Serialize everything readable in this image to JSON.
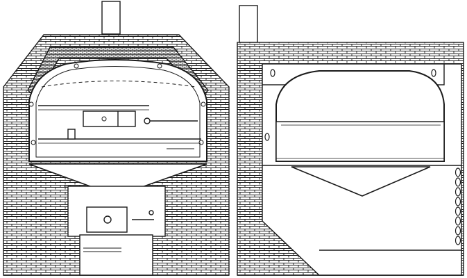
{
  "figure": {
    "kind": "engraving",
    "panels": [
      {
        "id": "front-section",
        "parts": [
          "chimney",
          "brick-casing",
          "oven-chamber",
          "firebox-door",
          "ash-pit"
        ]
      },
      {
        "id": "side-section",
        "parts": [
          "chimney",
          "brick-casing",
          "oven-chamber",
          "hopper",
          "ash-pit",
          "chain"
        ]
      }
    ]
  },
  "colors": {
    "ink": "#1a1a1a",
    "paper": "#ffffff"
  }
}
